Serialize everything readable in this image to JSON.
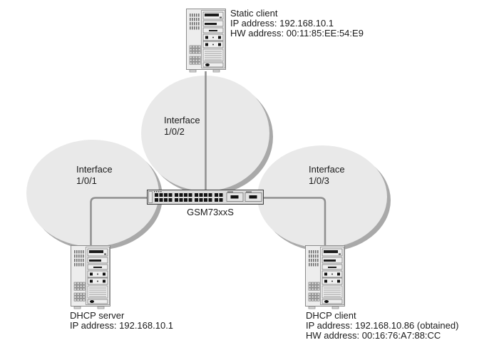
{
  "diagram": {
    "title_hidden": "",
    "colors": {
      "background": "#ffffff",
      "cloud_fill": "#e9e9e9",
      "cloud_shadow": "#a9a9a9",
      "wire": "#8f8f8f",
      "text": "#1a1a1a",
      "switch_body": "#dcdcdc",
      "port_black": "#141414"
    },
    "clouds": [
      {
        "id": "interface-1-0-1",
        "label_line1": "Interface",
        "label_line2": "1/0/1"
      },
      {
        "id": "interface-1-0-2",
        "label_line1": "Interface",
        "label_line2": "1/0/2"
      },
      {
        "id": "interface-1-0-3",
        "label_line1": "Interface",
        "label_line2": "1/0/3"
      }
    ],
    "switch": {
      "model": "GSM73xxS"
    },
    "devices": {
      "static_client": {
        "name": "Static client",
        "ip": "IP address: 192.168.10.1",
        "hw": "HW address: 00:11:85:EE:54:E9"
      },
      "dhcp_server": {
        "name": "DHCP server",
        "ip": "IP address: 192.168.10.1"
      },
      "dhcp_client": {
        "name": "DHCP client",
        "ip": "IP address: 192.168.10.86 (obtained)",
        "hw": "HW address: 00:16:76:A7:88:CC"
      }
    }
  }
}
